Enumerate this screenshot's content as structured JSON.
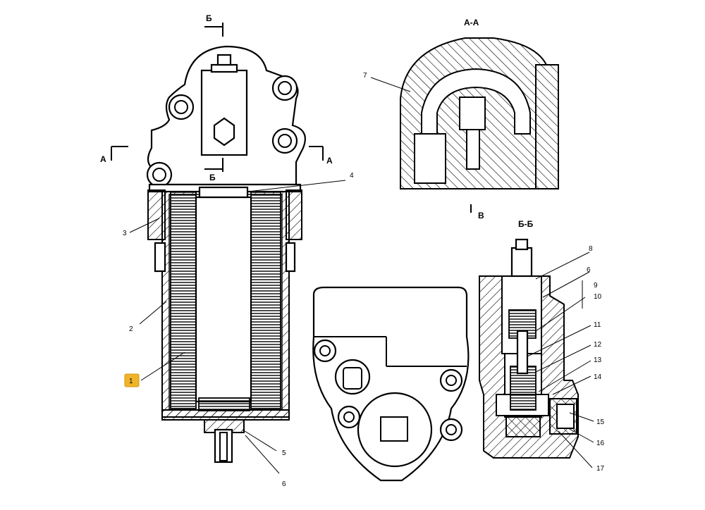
{
  "labels": {
    "n1": "1",
    "n2": "2",
    "n3": "3",
    "n4": "4",
    "n5": "5",
    "n6": "6",
    "n6b": "6",
    "n7": "7",
    "n8": "8",
    "n9": "9",
    "n10": "10",
    "n11": "11",
    "n12": "12",
    "n13": "13",
    "n14": "14",
    "n15": "15",
    "n16": "16",
    "n17": "17"
  },
  "sections": {
    "aa_title": "A-A",
    "bb_title": "Б-Б",
    "a_left": "A",
    "a_right": "A",
    "b_top": "Б",
    "b_mid": "Б",
    "v_mark": "В"
  },
  "highlight": {
    "color": "#f0b429",
    "item": "1"
  }
}
